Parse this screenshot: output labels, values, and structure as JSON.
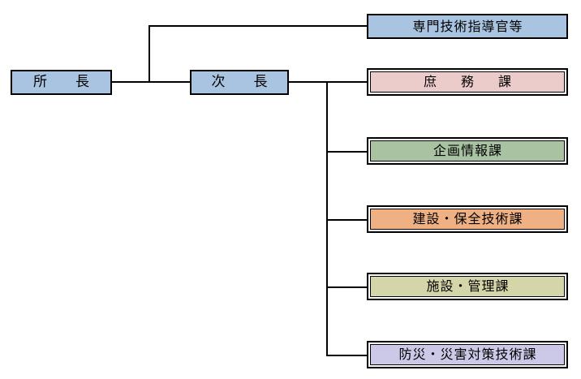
{
  "chart": {
    "type": "org-chart",
    "title": "",
    "orientation": "left-to-right",
    "colors": {
      "executive_fill": "#a8c4e0",
      "general_affairs_fill": "#eccbcb",
      "planning_fill": "#a9c3a2",
      "construction_fill": "#efb183",
      "facility_fill": "#d4d5a8",
      "disaster_fill": "#ccc9e8",
      "line": "#000000",
      "border": "#000000",
      "background": "#ffffff"
    },
    "nodes": {
      "director": {
        "label": "所　長",
        "role": "executive",
        "level": 1
      },
      "deputy_director": {
        "label": "次　長",
        "role": "executive",
        "level": 2
      },
      "technical_advisor": {
        "label": "専門技術指導官等",
        "role": "staff",
        "level": 3
      },
      "divisions": [
        {
          "label": "庶　務　課"
        },
        {
          "label": "企画情報課"
        },
        {
          "label": "建設・保全技術課"
        },
        {
          "label": "施設・管理課"
        },
        {
          "label": "防災・災害対策技術課"
        }
      ]
    }
  }
}
